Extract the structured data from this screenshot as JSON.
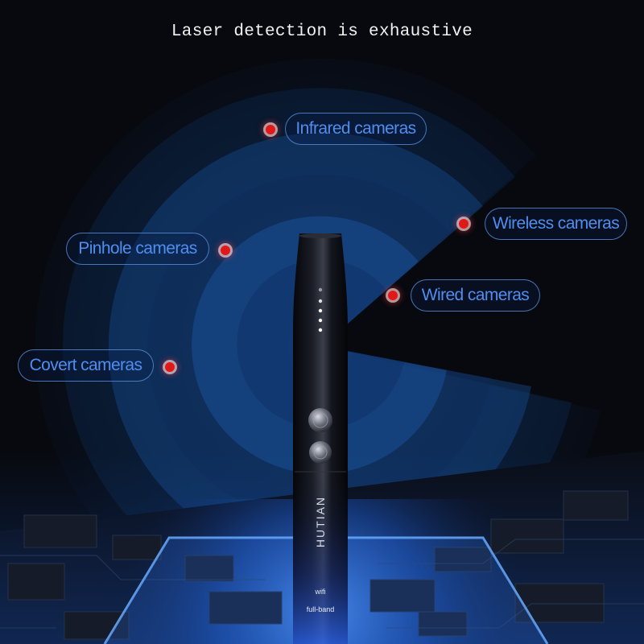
{
  "headline": "Laser detection is exhaustive",
  "camera_types": {
    "infrared": "Infrared cameras",
    "wireless": "Wireless cameras",
    "pinhole": "Pinhole cameras",
    "wired": "Wired cameras",
    "covert": "Covert cameras"
  },
  "device": {
    "brand": "HUTIAN",
    "feature_wifi": "wifi",
    "feature_band": "full-band"
  },
  "colors": {
    "label_text": "#4f8ef0",
    "marker": "#e01818",
    "background": "#07090f"
  }
}
